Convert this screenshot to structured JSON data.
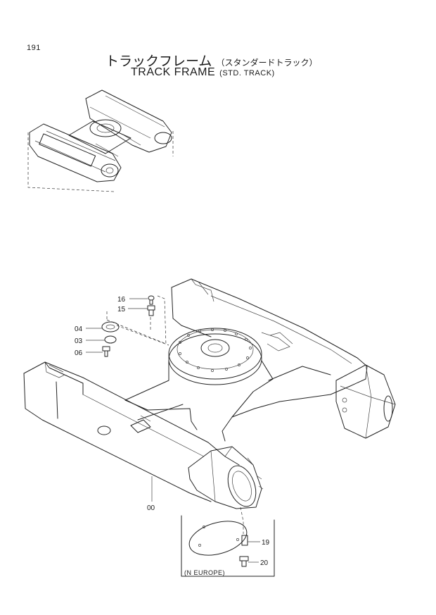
{
  "page": {
    "number": "191",
    "title_jp": "トラックフレーム",
    "title_jp_sub": "（スタンダードトラック）",
    "title_en": "TRACK FRAME",
    "title_en_sub": "(STD. TRACK)"
  },
  "parts": [
    {
      "label": "16"
    },
    {
      "label": "15"
    },
    {
      "label": "04"
    },
    {
      "label": "03"
    },
    {
      "label": "06"
    },
    {
      "label": "00"
    },
    {
      "label": "19"
    },
    {
      "label": "20"
    }
  ],
  "inset_note": "(N EUROPE)"
}
